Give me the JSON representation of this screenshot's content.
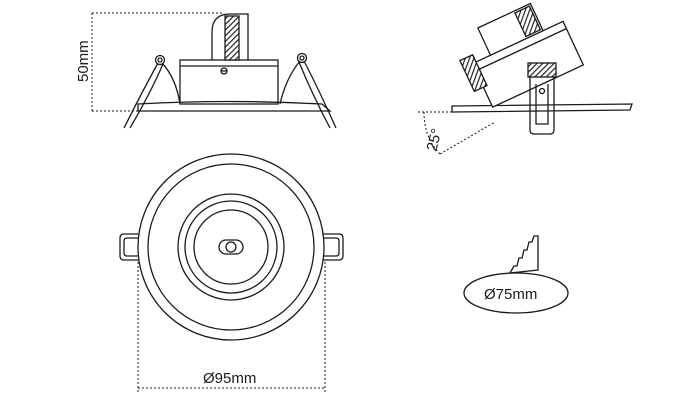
{
  "dimensions": {
    "height_label": "50mm",
    "outer_diameter_label": "Ø95mm",
    "tilt_angle_label": "25°",
    "cutout_label": "Ø75mm"
  },
  "colors": {
    "line": "#1a1a1a",
    "hatch": "#222222",
    "background": "#ffffff"
  }
}
